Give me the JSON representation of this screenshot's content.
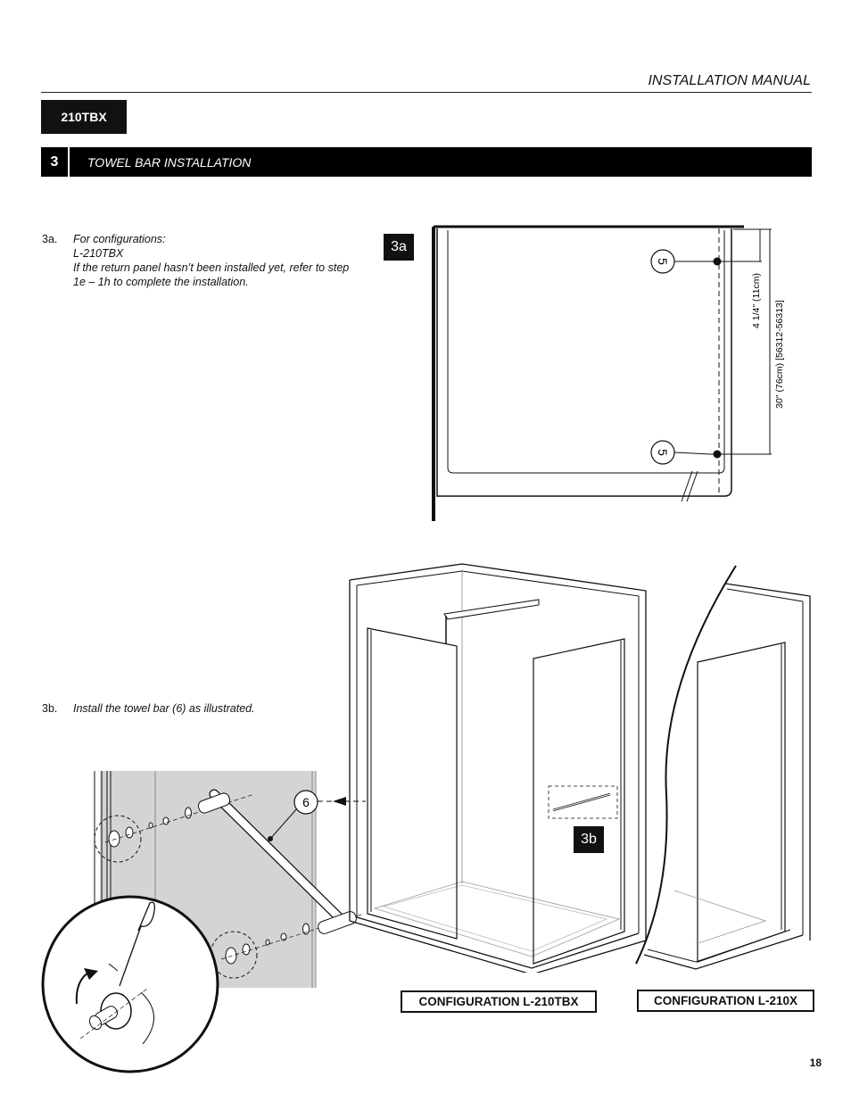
{
  "header": {
    "manual_title": "INSTALLATION MANUAL",
    "model": "210TBX"
  },
  "step": {
    "number": "3",
    "title": "TOWEL BAR INSTALLATION"
  },
  "instructions": {
    "a": {
      "num": "3a.",
      "lines": [
        "For configurations:",
        "L-210TBX",
        " If the return panel hasn’t been installed yet, refer to step",
        "1e – 1h to complete the installation."
      ]
    },
    "b": {
      "num": "3b.",
      "text": "Install the towel bar (6) as illustrated."
    }
  },
  "figure_a": {
    "label": "3a",
    "callout": "5",
    "dim_small": "4 1/4\" (11cm)",
    "dim_large": "30\" (76cm) [56312-56313]"
  },
  "figure_b": {
    "label": "3b",
    "callout": "6",
    "config_left": "CONFIGURATION L-210TBX",
    "config_right": "CONFIGURATION  L-210X"
  },
  "page_number": "18"
}
